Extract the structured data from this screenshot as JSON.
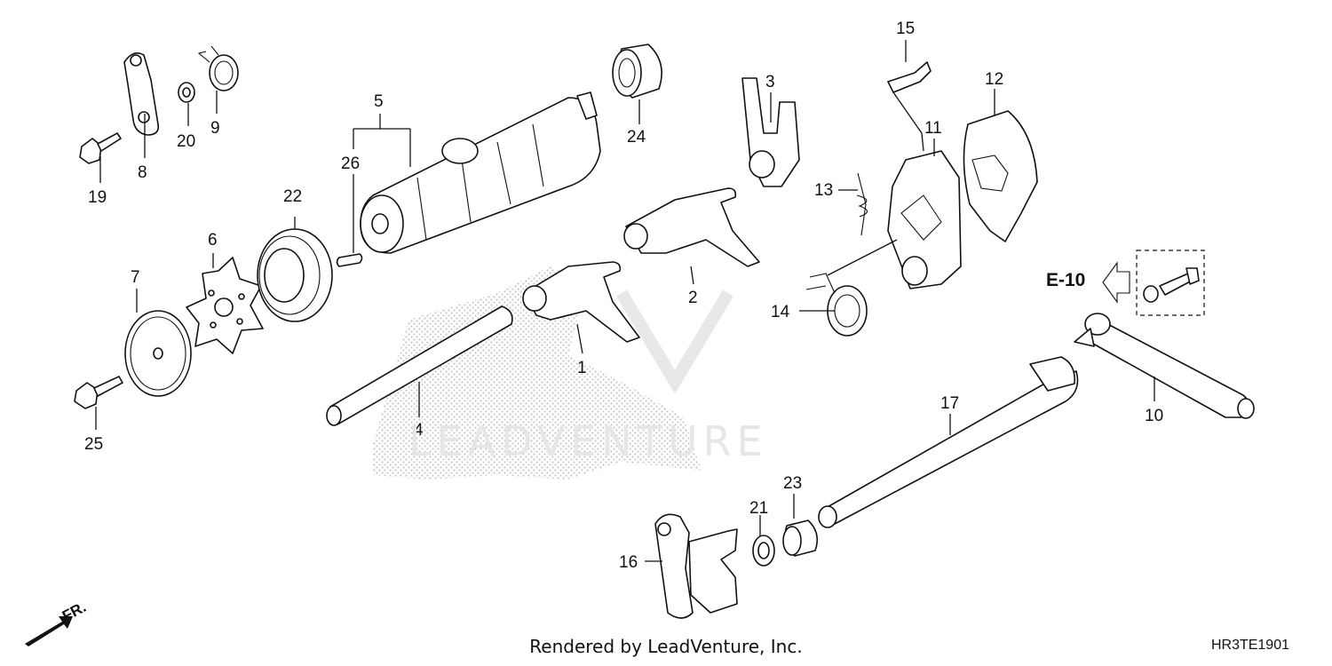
{
  "diagram": {
    "footer_text": "Rendered by LeadVenture, Inc.",
    "drawing_code": "HR3TE1901",
    "reference_label": "E-10",
    "front_marker": "FR.",
    "watermark_text": "LEADVENTURE",
    "callouts": [
      "1",
      "2",
      "3",
      "4",
      "5",
      "6",
      "7",
      "8",
      "9",
      "10",
      "11",
      "12",
      "13",
      "14",
      "15",
      "16",
      "17",
      "19",
      "20",
      "21",
      "22",
      "23",
      "24",
      "25",
      "26"
    ]
  }
}
